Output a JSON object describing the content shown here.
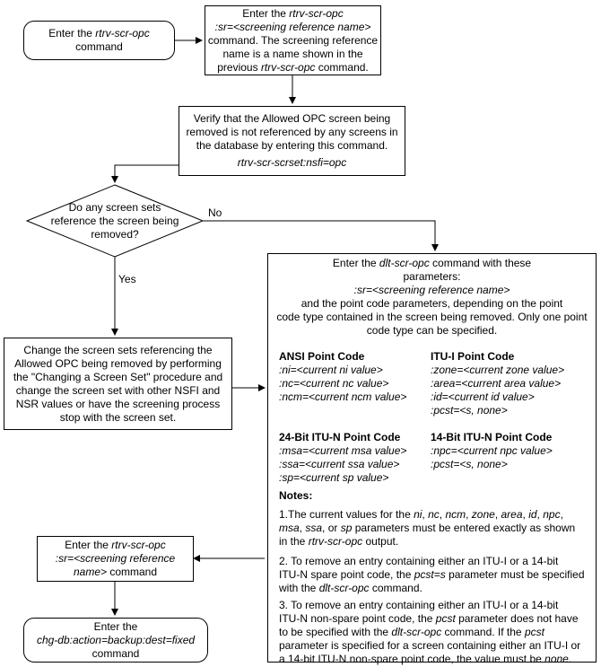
{
  "start": {
    "line1_pre": "Enter the ",
    "line1_cmd": "rtrv-scr-opc",
    "line2": "command"
  },
  "step_rtrv": {
    "l1_pre": "Enter the ",
    "l1_cmd": "rtrv-scr-opc",
    "l2": ":sr=<screening reference name>",
    "l3": "command. The screening reference",
    "l4": "name is a name shown in the",
    "l5_pre": "previous ",
    "l5_cmd": "rtrv-scr-opc",
    "l5_post": " command."
  },
  "verify": {
    "l1": "Verify that the Allowed OPC screen being",
    "l2": "removed is not referenced by any screens in",
    "l3": "the database by entering this command.",
    "l4": "rtrv-scr-scrset:nsfi=opc"
  },
  "decision": {
    "l1": "Do any screen sets",
    "l2": "reference the screen being",
    "l3": "removed?",
    "no": "No",
    "yes": "Yes"
  },
  "change_sets": {
    "l1": "Change the screen sets referencing the",
    "l2": "Allowed OPC being removed by performing",
    "l3": "the \"Changing a Screen Set\" procedure and",
    "l4": "change the screen set with other NSFI and",
    "l5": "NSR values or have the screening process",
    "l6": "stop with the screen set."
  },
  "dlt": {
    "h1_pre": "Enter the ",
    "h1_cmd": "dlt-scr-opc",
    "h1_post": " command with these",
    "h2": "parameters:",
    "h3": ":sr=<screening reference name>",
    "h4": "and the point code parameters, depending on the point",
    "h5": "code type contained in the screen being removed. Only one point",
    "h6": "code type can be specified.",
    "ansi_title": "ANSI Point Code",
    "ansi": [
      ":ni=<current ni value>",
      ":nc=<current nc value>",
      ":ncm=<current ncm value>"
    ],
    "itui_title": "ITU-I Point Code",
    "itui": [
      ":zone=<current zone value>",
      ":area=<current area value>",
      ":id=<current id value>",
      ":pcst=<s, none>"
    ],
    "itun24_title": "24-Bit ITU-N Point Code",
    "itun24": [
      ":msa=<current msa value>",
      ":ssa=<current ssa value>",
      ":sp=<current sp value>"
    ],
    "itun14_title": "14-Bit ITU-N Point Code",
    "itun14": [
      ":npc=<current npc value>",
      ":pcst=<s, none>"
    ],
    "notes_title": "Notes:",
    "note1": {
      "a": "1.The current values for the ",
      "ni": "ni",
      "c1": ", ",
      "nc": "nc",
      "c2": ", ",
      "ncm": "ncm",
      "c3": ", ",
      "zone": "zone",
      "c4": ", ",
      "area": "area",
      "c5": ", ",
      "id": "id",
      "c6": ", ",
      "npc": "npc",
      "c7": ",",
      "msa": "msa",
      "c8": ", ",
      "ssa": "ssa",
      "c9": ", or ",
      "sp": "sp",
      "b": " parameters must be entered exactly as shown",
      "c": "in the ",
      "cmd": "rtrv-scr-opc",
      "d": " output."
    },
    "note2": {
      "l1": "2. To remove an entry containing either an ITU-I or a 14-bit",
      "l2a": "ITU-N spare point code, the ",
      "l2b": "pcst=s",
      "l2c": " parameter must be specified",
      "l3a": "with the ",
      "l3b": "dlt-scr-opc",
      "l3c": " command."
    },
    "note3": {
      "l1": "3. To remove an entry containing either an ITU-I or a 14-bit",
      "l2a": "ITU-N non-spare point code, the ",
      "l2b": "pcst",
      "l2c": " parameter does not have",
      "l3a": "to be specified with the ",
      "l3b": "dlt-scr-opc",
      "l3c": " command.  If the ",
      "l3d": "pcst",
      "l4": "parameter is specified for a screen containing either an ITU-I or",
      "l5a": "a 14-bit ITU-N non-spare point code, the value must be ",
      "l5b": "none",
      "l5c": "."
    }
  },
  "rtrv2": {
    "l1_pre": "Enter the ",
    "l1_cmd": "rtrv-scr-opc",
    "l2": ":sr=<screening reference",
    "l3_a": "name>",
    "l3_b": " command"
  },
  "chgdb": {
    "l1": "Enter the",
    "l2": "chg-db:action=backup:dest=fixed",
    "l3": "command"
  }
}
